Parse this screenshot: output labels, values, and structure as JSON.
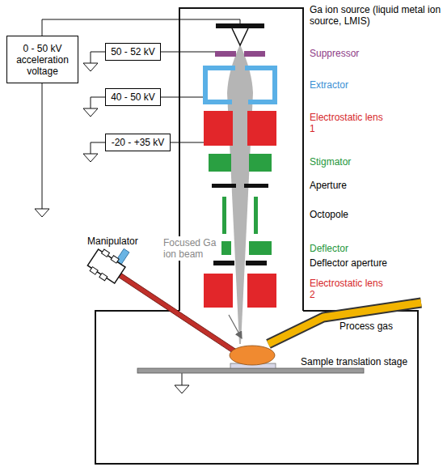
{
  "diagram": {
    "nodes": [
      {
        "text": [
          "0 - 50 kV acceleration voltage"
        ]
      },
      {
        "text": [
          "50 - 52 kV"
        ]
      },
      {
        "text": [
          "40 - 50 kV"
        ]
      },
      {
        "text": [
          "-20 - +35 kV"
        ]
      }
    ],
    "labels": [
      "Ga ion source (liquid metal ion source, LMIS)",
      "Suppressor",
      "Extractor",
      "Electrostatic lens 1",
      "Stigmator",
      "Aperture",
      "Octopole",
      "Deflector",
      "Deflector aperture",
      "Electrostatic lens 2",
      "Focused Ga ion beam",
      "Manipulator",
      "Process gas",
      "Sample translation stage"
    ]
  }
}
